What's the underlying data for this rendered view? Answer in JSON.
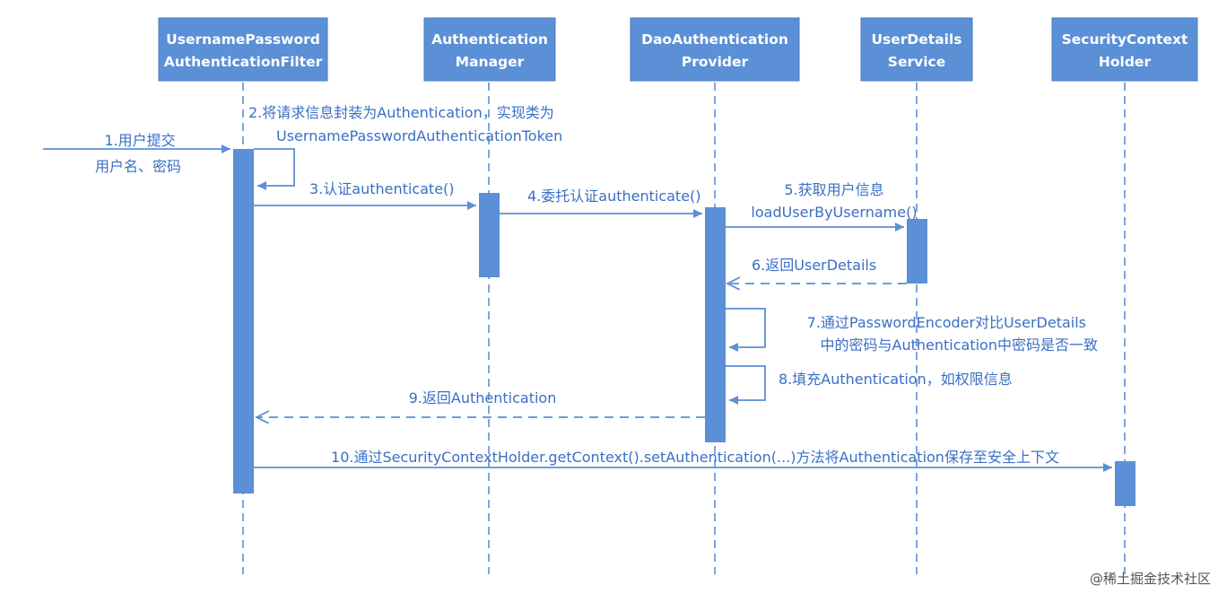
{
  "participants": [
    {
      "line1": "UsernamePassword",
      "line2": "AuthenticationFilter"
    },
    {
      "line1": "Authentication",
      "line2": "Manager"
    },
    {
      "line1": "DaoAuthentication",
      "line2": "Provider"
    },
    {
      "line1": "UserDetails",
      "line2": "Service"
    },
    {
      "line1": "SecurityContext",
      "line2": "Holder"
    }
  ],
  "messages": {
    "m1": {
      "line1": "1.用户提交",
      "line2": "用户名、密码"
    },
    "m2": {
      "line1": "2.将请求信息封装为Authentication，实现类为",
      "line2": "UsernamePasswordAuthenticationToken"
    },
    "m3": "3.认证authenticate()",
    "m4": "4.委托认证authenticate()",
    "m5": {
      "line1": "5.获取用户信息",
      "line2": "loadUserByUsername()"
    },
    "m6": "6.返回UserDetails",
    "m7": {
      "line1": "7.通过PasswordEncoder对比UserDetails",
      "line2": "中的密码与Authentication中密码是否一致"
    },
    "m8": "8.填充Authentication，如权限信息",
    "m9": "9.返回Authentication",
    "m10": "10.通过SecurityContextHolder.getContext().setAuthentication(...)方法将Authentication保存至安全上下文"
  },
  "watermark": "@稀土掘金技术社区",
  "colors": {
    "box": "#5b8fd6",
    "line": "#5b8fd6",
    "label": "#3a6fc4"
  }
}
